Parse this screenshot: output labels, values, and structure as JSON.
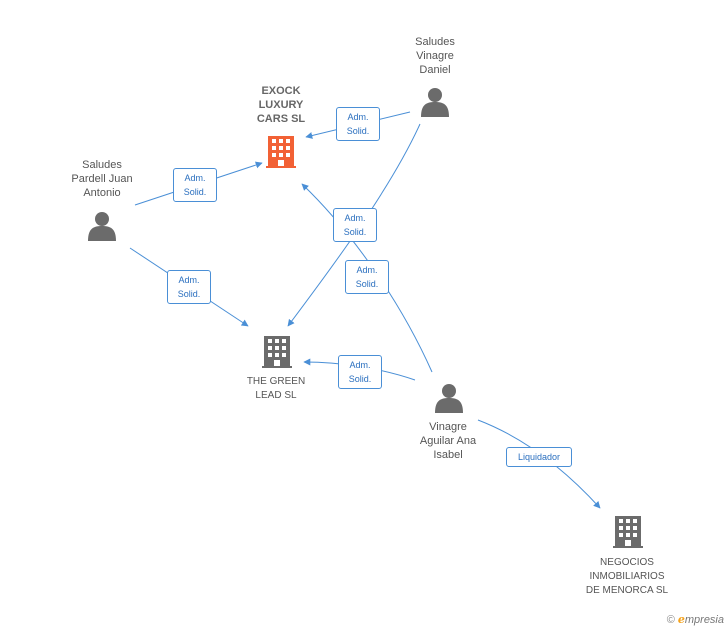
{
  "nodes": {
    "exock": {
      "label": "EXOCK\nLUXURY\nCARS SL",
      "type": "company",
      "color": "#f26135"
    },
    "green_lead": {
      "label": "THE GREEN\nLEAD SL",
      "type": "company",
      "color": "#6b6b6b"
    },
    "negocios": {
      "label": "NEGOCIOS\nINMOBILIARIOS\nDE MENORCA SL",
      "type": "company",
      "color": "#6b6b6b"
    },
    "pardell": {
      "label": "Saludes\nPardell Juan\nAntonio",
      "type": "person",
      "color": "#6b6b6b"
    },
    "daniel": {
      "label": "Saludes\nVinagre\nDaniel",
      "type": "person",
      "color": "#6b6b6b"
    },
    "ana": {
      "label": "Vinagre\nAguilar Ana\nIsabel",
      "type": "person",
      "color": "#6b6b6b"
    }
  },
  "edges": [
    {
      "from": "daniel",
      "to": "exock",
      "label": "Adm.\nSolid."
    },
    {
      "from": "pardell",
      "to": "exock",
      "label": "Adm.\nSolid."
    },
    {
      "from": "daniel",
      "to": "green_lead",
      "label": "Adm.\nSolid."
    },
    {
      "from": "ana",
      "to": "exock",
      "label": "Adm.\nSolid."
    },
    {
      "from": "pardell",
      "to": "green_lead",
      "label": "Adm.\nSolid."
    },
    {
      "from": "ana",
      "to": "green_lead",
      "label": "Adm.\nSolid."
    },
    {
      "from": "ana",
      "to": "negocios",
      "label": "Liquidador"
    }
  ],
  "edge_color": "#4a8fd6",
  "brand": {
    "copyright": "©",
    "initial": "e",
    "name": "mpresia"
  }
}
